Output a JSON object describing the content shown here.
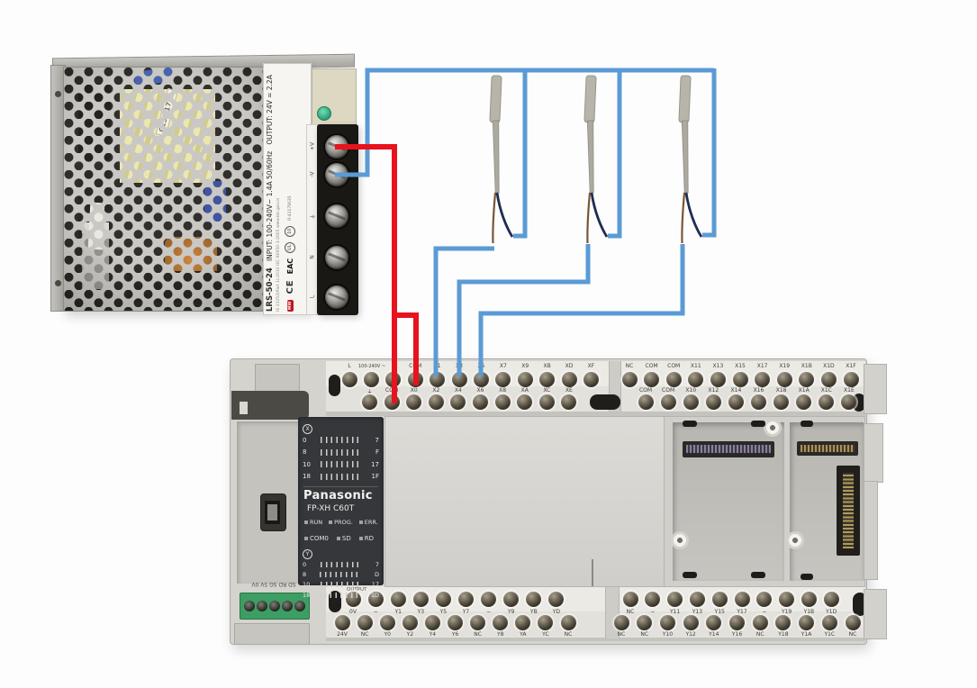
{
  "colors": {
    "wire_red": "#e8131c",
    "wire_blue": "#5b9bd5",
    "plc_body": "#d4d3ce",
    "plc_panel": "#35373b",
    "connector_green": "#3d9e63"
  },
  "psu": {
    "model": "LRS-50-24",
    "input_rating": "INPUT: 100-240V~ 1.4A 50/60Hz",
    "output_rating": "OUTPUT: 24V = 2.2A",
    "brand": "MW",
    "certifications": [
      "CE",
      "EAC",
      "UL",
      "10"
    ],
    "approval_number": "R-41179035",
    "standards": "IS 13252(Part 1):2010   IEC 60950-1:2005   www.bis.gov.in",
    "transformer_sticker": "C157 1777",
    "terminals": [
      "+V",
      "-V",
      "⏚",
      "N",
      "L"
    ]
  },
  "sensors": {
    "count": 3,
    "wire_colors": [
      "brown",
      "dark blue"
    ]
  },
  "plc": {
    "brand": "Panasonic",
    "model": "FP-XH C60T",
    "input_section_label": "X",
    "output_section_label": "Y",
    "status_leds": [
      "RUN",
      "PROG.",
      "ERR."
    ],
    "comm_leds": [
      "COM0",
      "SD",
      "RD"
    ],
    "x_led_rows": [
      [
        "0",
        "7"
      ],
      [
        "8",
        "F"
      ],
      [
        "10",
        "17"
      ],
      [
        "18",
        "1F"
      ]
    ],
    "y_led_rows": [
      [
        "0",
        "7"
      ],
      [
        "8",
        "D"
      ],
      [
        "10",
        "17"
      ],
      [
        "18",
        "1D"
      ]
    ],
    "mains_label": "100-240V ~",
    "output_label": "OUTPUT",
    "serial_port_labels": "SD RD SG 5V 0V",
    "top_terminals": {
      "left_upper": [
        "L",
        "",
        "N",
        "COM",
        "X1",
        "X3",
        "X5",
        "X7",
        "X9",
        "XB",
        "XD",
        "XF"
      ],
      "left_lower": [
        "⏚",
        "COM",
        "X0",
        "X2",
        "X4",
        "X6",
        "X8",
        "XA",
        "XC",
        "XE"
      ],
      "right_upper": [
        "NC",
        "COM",
        "COM",
        "X11",
        "X13",
        "X15",
        "X17",
        "X19",
        "X1B",
        "X1D",
        "X1F"
      ],
      "right_lower": [
        "COM",
        "COM",
        "X10",
        "X12",
        "X14",
        "X16",
        "X18",
        "X1A",
        "X1C",
        "X1E"
      ]
    },
    "bottom_terminals": {
      "left_upper": [
        "0V",
        "−",
        "Y1",
        "Y3",
        "Y5",
        "Y7",
        "−",
        "Y9",
        "YB",
        "YD"
      ],
      "left_lower": [
        "24V",
        "NC",
        "Y0",
        "Y2",
        "Y4",
        "Y6",
        "NC",
        "Y8",
        "YA",
        "YC",
        "NC"
      ],
      "right_upper": [
        "NC",
        "−",
        "Y11",
        "Y13",
        "Y15",
        "Y17",
        "−",
        "Y19",
        "Y1B",
        "Y1D"
      ],
      "right_lower": [
        "NC",
        "NC",
        "Y10",
        "Y12",
        "Y14",
        "Y16",
        "NC",
        "Y18",
        "Y1A",
        "Y1C",
        "NC"
      ]
    }
  },
  "wiring": {
    "connections": [
      "PSU +V → PLC COM (upper row)",
      "PSU +V → PLC COM (lower row)",
      "PSU -V → sensor common bus",
      "Sensor 1 → X1",
      "Sensor 2 → X3",
      "Sensor 3 → X5"
    ]
  }
}
